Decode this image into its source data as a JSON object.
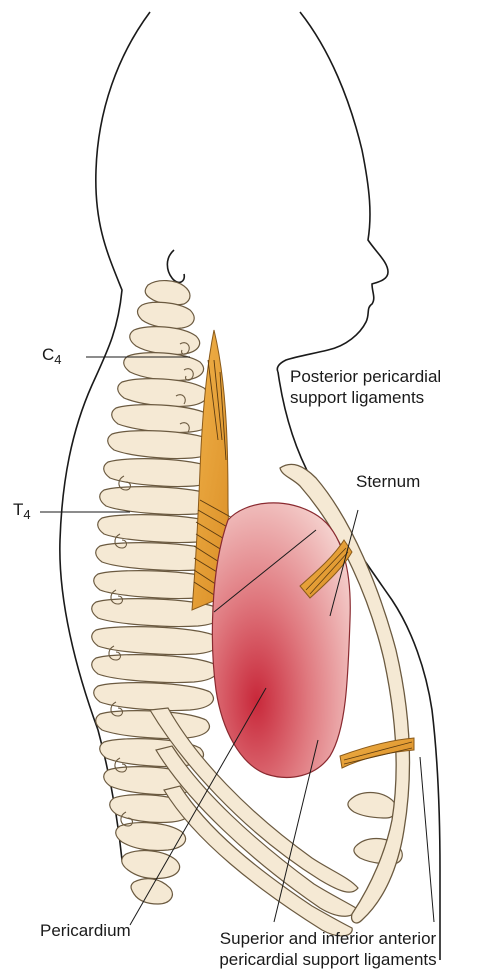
{
  "labels": {
    "c4": {
      "letter": "C",
      "sub": "4"
    },
    "t4": {
      "letter": "T",
      "sub": "4"
    },
    "posterior_line1": "Posterior pericardial",
    "posterior_line2": "support ligaments",
    "sternum": "Sternum",
    "pericardium": "Pericardium",
    "anterior_line1": "Superior and inferior anterior",
    "anterior_line2": "pericardial support ligaments"
  },
  "colors": {
    "outline": "#1a1a1a",
    "bone_fill": "#f5e9d4",
    "bone_stroke": "#6b5a40",
    "ligament": "#e8a63a",
    "pericardium_core": "#c8283a",
    "pericardium_edge": "#f2c6c4",
    "background": "#ffffff"
  }
}
